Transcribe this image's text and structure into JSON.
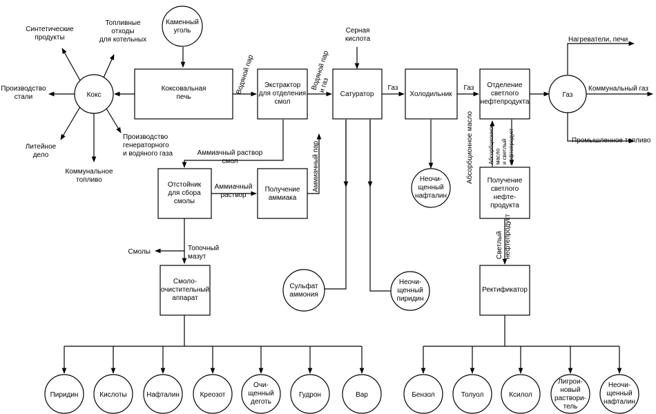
{
  "nodes": {
    "coal": [
      "Каменный",
      "уголь"
    ],
    "coke": [
      "Кокс"
    ],
    "coke_oven": [
      "Коксовальная",
      "печь"
    ],
    "tar_extractor": [
      "Экстрактор",
      "для отделения",
      "смол"
    ],
    "saturator": [
      "Сатуратор"
    ],
    "cooler": [
      "Холодильник"
    ],
    "light_oil_separation": [
      "Отделение",
      "светлого",
      "нефтепродукта"
    ],
    "gas_hub": [
      "Газ"
    ],
    "tar_settler": [
      "Отстойник",
      "для сбора",
      "смолы"
    ],
    "ammonia_recovery": [
      "Получение",
      "аммиака"
    ],
    "light_oil_recovery": [
      "Получение",
      "светлого",
      "нефте-",
      "продукта"
    ],
    "tar_refiner": [
      "Смоло-",
      "очистительный",
      "аппарат"
    ],
    "rectifier": [
      "Ректификатор"
    ],
    "crude_naphthalene": [
      "Неочи-",
      "щенный",
      "нафталин"
    ],
    "ammonium_sulfate": [
      "Сульфат",
      "аммония"
    ],
    "crude_pyridine": [
      "Неочи-",
      "щенный",
      "пиридин"
    ],
    "pyridine": [
      "Пиридин"
    ],
    "acids": [
      "Кислоты"
    ],
    "naphthalene": [
      "Нафталин"
    ],
    "creosote": [
      "Креозот"
    ],
    "refined_tar": [
      "Очи-",
      "щенный",
      "деготь"
    ],
    "pitch": [
      "Гудрон"
    ],
    "var": [
      "Вар"
    ],
    "benzene": [
      "Бензол"
    ],
    "toluene": [
      "Толуол"
    ],
    "xylene": [
      "Ксилол"
    ],
    "ligroin": [
      "Лигрои-",
      "новый",
      "раствори-",
      "тель"
    ],
    "crude_naphthalene_2": [
      "Неочи-",
      "щенный",
      "нафталин"
    ]
  },
  "labels": {
    "synthetic_products": [
      "Синтетические",
      "продукты"
    ],
    "boiler_fuel_waste": [
      "Топливные",
      "отходы",
      "для котельных"
    ],
    "steel_production": [
      "Производство",
      "стали"
    ],
    "foundry": [
      "Литейное",
      "дело"
    ],
    "municipal_fuel": [
      "Коммунальное",
      "топливо"
    ],
    "generator_gas": [
      "Производство",
      "генераторного",
      "и водяного газа"
    ],
    "steam": [
      "Водяной пар"
    ],
    "steam_and_gas": [
      "Водяной пар",
      "и газ"
    ],
    "sulfuric_acid": [
      "Серная",
      "кислота"
    ],
    "gas_1": [
      "Газ"
    ],
    "gas_2": [
      "Газ"
    ],
    "heaters": [
      "Нагреватели, печи"
    ],
    "municipal_gas": [
      "Коммунальный газ"
    ],
    "industrial_fuel": [
      "Промышленное топливо"
    ],
    "ammonia_solution_tar": [
      "Аммиачный раствор",
      "смол"
    ],
    "ammonia_solution": [
      "Аммиачный",
      "раствор"
    ],
    "ammonia_steam": [
      "Аммиачный пар"
    ],
    "absorption_oil": [
      "Абсорбционное масло"
    ],
    "absorption_oil_light": [
      "Абсорбционное",
      "масло",
      "и светлый",
      "нефтепродукт"
    ],
    "light_oil": [
      "Светлый",
      "нефтепродукт"
    ],
    "tars": [
      "Смолы"
    ],
    "furnace_oil": [
      "Топочный",
      "мазут"
    ]
  }
}
